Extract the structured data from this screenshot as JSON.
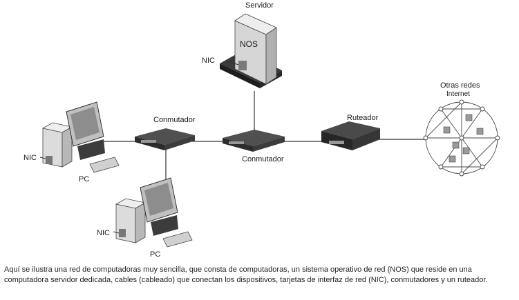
{
  "labels": {
    "server": "Servidor",
    "nos": "NOS",
    "nic_server": "NIC",
    "switch_1": "Conmutador",
    "switch_2": "Conmutador",
    "router": "Ruteador",
    "other_networks": "Otras redes",
    "internet": "Internet",
    "nic_pc_1": "NIC",
    "pc_1": "PC",
    "nic_pc_2": "NIC",
    "pc_2": "PC"
  },
  "caption": {
    "line1": "Aquí se ilustra una red de computadoras muy sencilla, que consta de computadoras, un sistema operativo de red (NOS) que reside en una",
    "line2": "computadora servidor dedicada, cables (cableado) que conectan los dispositivos, tarjetas de interfaz de red (NIC), conmutadores y un ruteador."
  }
}
